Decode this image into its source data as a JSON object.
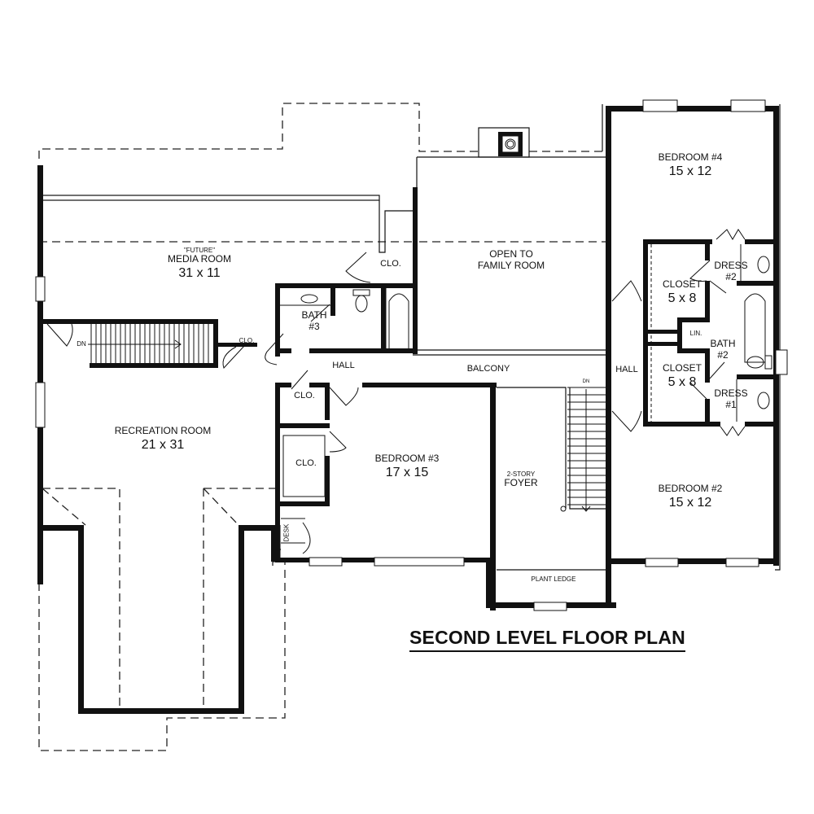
{
  "plan": {
    "title": "SECOND LEVEL FLOOR PLAN",
    "rooms": {
      "media_room": {
        "note": "\"FUTURE\"",
        "name": "MEDIA ROOM",
        "dim": "31 x 11"
      },
      "open_family": {
        "line1": "OPEN TO",
        "line2": "FAMILY ROOM"
      },
      "bedroom4": {
        "name": "BEDROOM #4",
        "dim": "15 x 12"
      },
      "dress2": {
        "line1": "DRESS",
        "line2": "#2"
      },
      "closet_upper": {
        "name": "CLOSET",
        "dim": "5 x 8"
      },
      "lin": "LIN.",
      "bath2": {
        "line1": "BATH",
        "line2": "#2"
      },
      "closet_lower": {
        "name": "CLOSET",
        "dim": "5 x 8"
      },
      "dress1": {
        "line1": "DRESS",
        "line2": "#1"
      },
      "hall_right": "HALL",
      "balcony": "BALCONY",
      "hall_left": "HALL",
      "bath3": {
        "line1": "BATH",
        "line2": "#3"
      },
      "clo_media": "CLO.",
      "clo_stair": "CLO.",
      "clo_hall": "CLO.",
      "clo_bed3": "CLO.",
      "recreation": {
        "name": "RECREATION ROOM",
        "dim": "21 x 31"
      },
      "bedroom3": {
        "name": "BEDROOM #3",
        "dim": "17 x 15"
      },
      "desk": "DESK",
      "foyer": {
        "line1": "2-STORY",
        "line2": "FOYER"
      },
      "plant_ledge": "PLANT LEDGE",
      "bedroom2": {
        "name": "BEDROOM #2",
        "dim": "15 x 12"
      },
      "stair_dn_left": "DN",
      "stair_dn_right": "DN"
    }
  },
  "colors": {
    "wall": "#111111",
    "background": "#ffffff",
    "dashed": "#222222"
  }
}
